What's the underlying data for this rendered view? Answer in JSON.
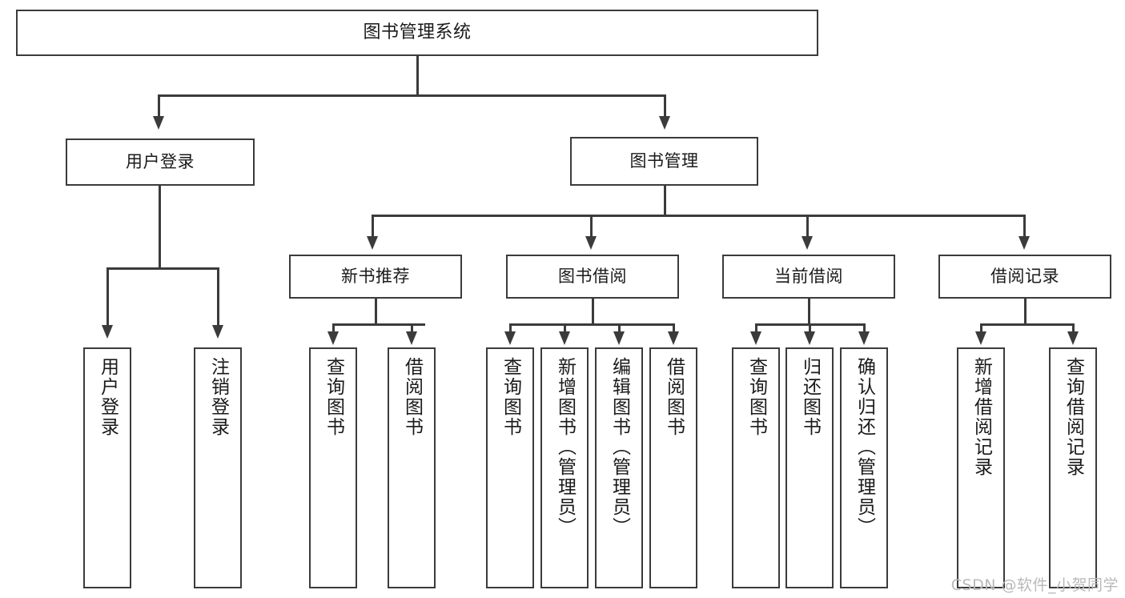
{
  "diagram": {
    "type": "tree-hierarchy-flowchart",
    "title": "图书管理系统",
    "orientation": "top-down",
    "levels": 4,
    "colors": {
      "stroke": "#3b3b3b",
      "fill": "#ffffff",
      "text": "#1a1a1a",
      "watermark": "#b9b9b9"
    }
  },
  "root": {
    "label": "图书管理系统"
  },
  "level2": [
    {
      "id": "user-login",
      "label": "用户登录"
    },
    {
      "id": "book-manage",
      "label": "图书管理"
    }
  ],
  "level3": [
    {
      "id": "new-book-recommend",
      "label": "新书推荐",
      "parent": "book-manage"
    },
    {
      "id": "book-borrow",
      "label": "图书借阅",
      "parent": "book-manage"
    },
    {
      "id": "current-borrow",
      "label": "当前借阅",
      "parent": "book-manage"
    },
    {
      "id": "borrow-record",
      "label": "借阅记录",
      "parent": "book-manage"
    }
  ],
  "leaves": {
    "user_login": [
      {
        "id": "leaf-user-login",
        "label": "用户登录"
      },
      {
        "id": "leaf-logout",
        "label": "注销登录"
      }
    ],
    "new_book_recommend": [
      {
        "id": "leaf-query-book-1",
        "label": "查询图书"
      },
      {
        "id": "leaf-borrow-book-1",
        "label": "借阅图书"
      }
    ],
    "book_borrow": [
      {
        "id": "leaf-query-book-2",
        "label": "查询图书"
      },
      {
        "id": "leaf-add-book",
        "label": "新增图书（管理员）"
      },
      {
        "id": "leaf-edit-book",
        "label": "编辑图书（管理员）"
      },
      {
        "id": "leaf-borrow-book-2",
        "label": "借阅图书"
      }
    ],
    "current_borrow": [
      {
        "id": "leaf-query-book-3",
        "label": "查询图书"
      },
      {
        "id": "leaf-return-book",
        "label": "归还图书"
      },
      {
        "id": "leaf-confirm-return",
        "label": "确认归还（管理员）"
      }
    ],
    "borrow_record": [
      {
        "id": "leaf-add-record",
        "label": "新增借阅记录"
      },
      {
        "id": "leaf-query-record",
        "label": "查询借阅记录"
      }
    ]
  },
  "watermark": {
    "text": "CSDN @软件_小贺同学"
  }
}
